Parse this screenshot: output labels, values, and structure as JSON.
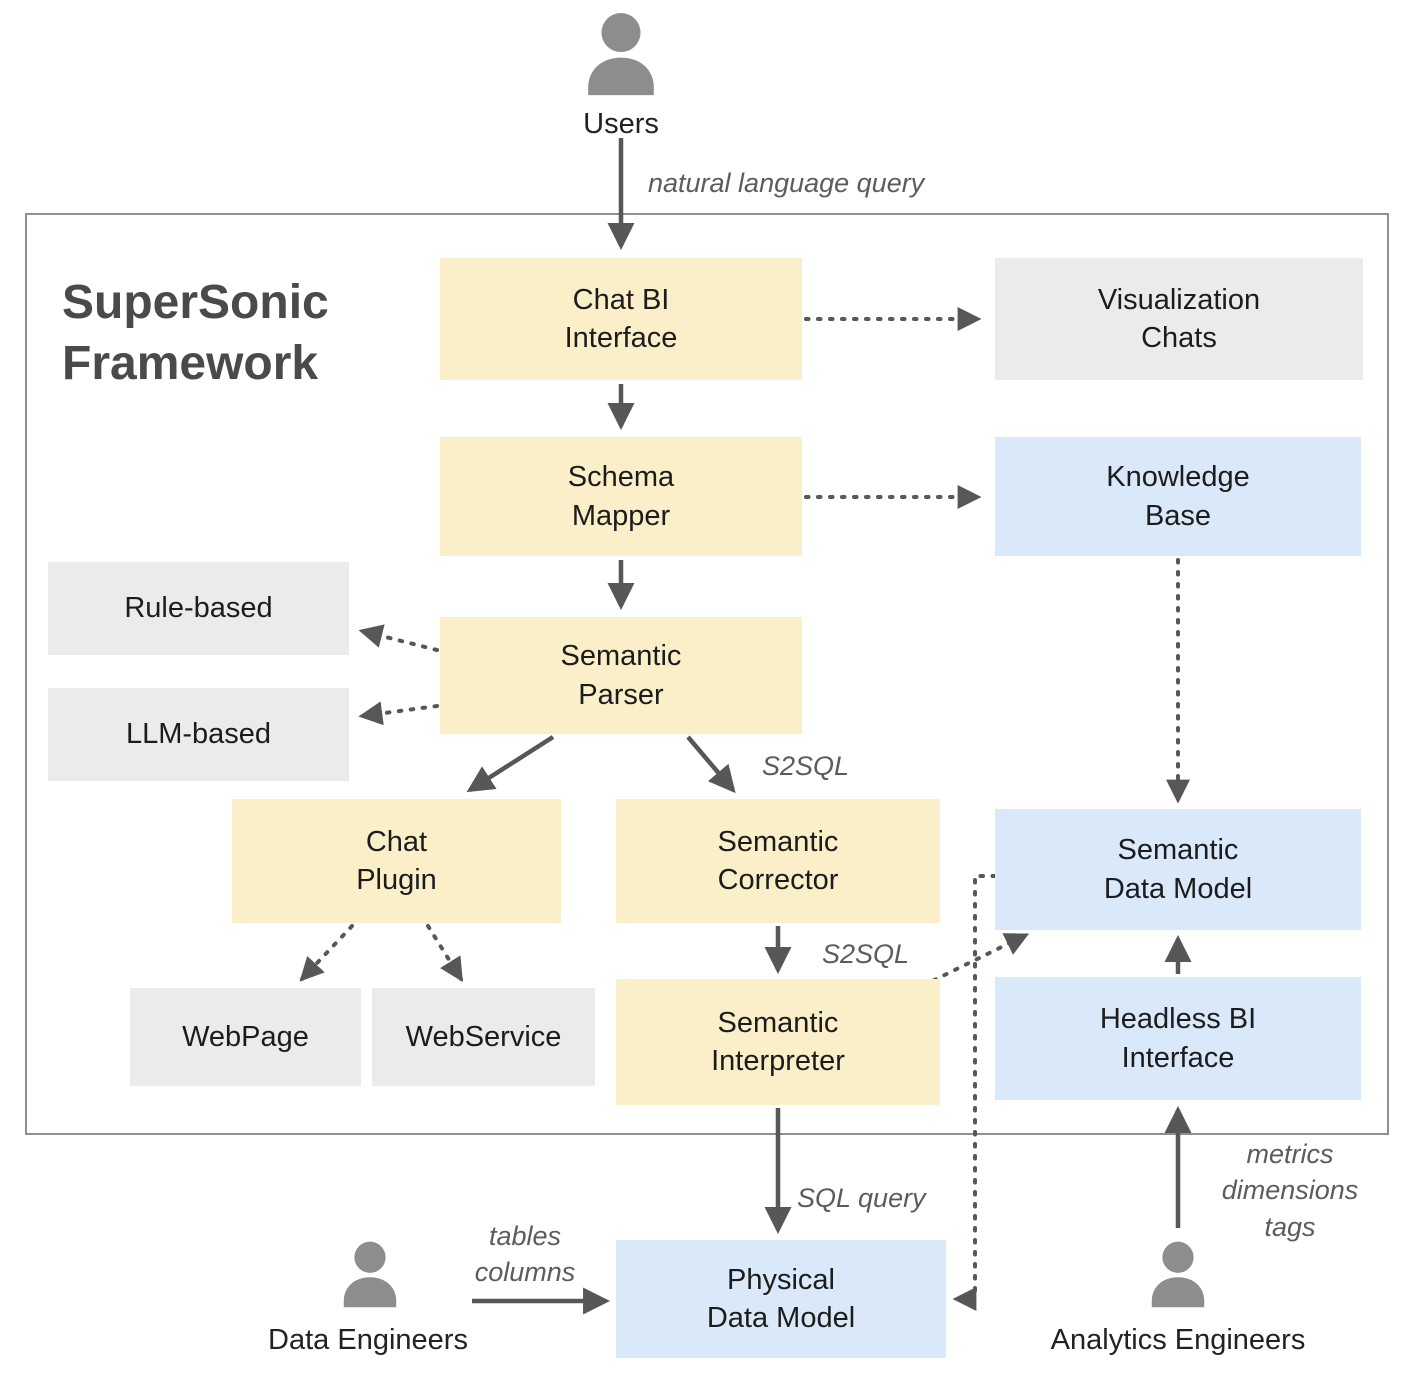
{
  "title": "SuperSonic\nFramework",
  "actors": {
    "users": "Users",
    "data_engineers": "Data Engineers",
    "analytics_engineers": "Analytics Engineers"
  },
  "nodes": {
    "chat_bi": {
      "label": "Chat BI\nInterface"
    },
    "viz_chats": {
      "label": "Visualization\nChats"
    },
    "schema_mapper": {
      "label": "Schema\nMapper"
    },
    "knowledge_base": {
      "label": "Knowledge\nBase"
    },
    "rule_based": {
      "label": "Rule-based"
    },
    "llm_based": {
      "label": "LLM-based"
    },
    "semantic_parser": {
      "label": "Semantic\nParser"
    },
    "chat_plugin": {
      "label": "Chat\nPlugin"
    },
    "semantic_corrector": {
      "label": "Semantic\nCorrector"
    },
    "webpage": {
      "label": "WebPage"
    },
    "webservice": {
      "label": "WebService"
    },
    "semantic_interpreter": {
      "label": "Semantic\nInterpreter"
    },
    "semantic_data_model": {
      "label": "Semantic\nData Model"
    },
    "headless_bi": {
      "label": "Headless BI\nInterface"
    },
    "physical_data_model": {
      "label": "Physical\nData Model"
    }
  },
  "edge_labels": {
    "natural_language_query": "natural language query",
    "s2sql_parser_to_corrector": "S2SQL",
    "s2sql_corrector_to_interpreter": "S2SQL",
    "sql_query": "SQL query",
    "tables_columns": "tables\ncolumns",
    "metrics_dimensions_tags": "metrics\ndimensions\ntags"
  },
  "colors": {
    "node_yellow": "#fbefc9",
    "node_gray": "#ebebeb",
    "node_blue": "#d9e9f9",
    "arrow": "#575757",
    "border": "#8f8f8f",
    "icon": "#8d8d8d",
    "label_text": "#1c1c1c",
    "edge_label_text": "#5c5c5c",
    "title_text": "#4a4a4a"
  }
}
